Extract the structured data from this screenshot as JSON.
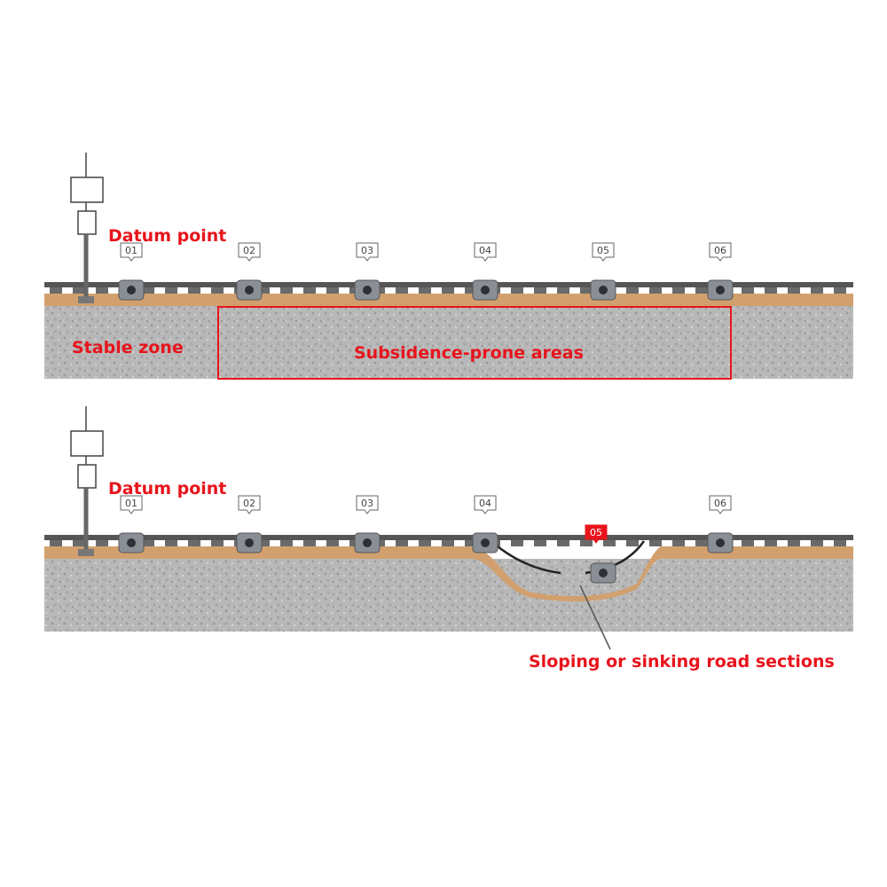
{
  "colors": {
    "ground": "#b5b5b5",
    "ballast": "#d2a06e",
    "rail": "#555555",
    "label": "#e8141c",
    "alert": "#e8141c"
  },
  "panels": [
    {
      "datum_label": "Datum point",
      "stable_label": "Stable zone",
      "zone_label": "Subsidence-prone areas",
      "sensors": [
        {
          "id": "01",
          "settled": false
        },
        {
          "id": "02",
          "settled": false
        },
        {
          "id": "03",
          "settled": false
        },
        {
          "id": "04",
          "settled": false
        },
        {
          "id": "05",
          "settled": false
        },
        {
          "id": "06",
          "settled": false
        }
      ]
    },
    {
      "datum_label": "Datum point",
      "section_label": "Sloping or sinking road sections",
      "sensors": [
        {
          "id": "01",
          "settled": false
        },
        {
          "id": "02",
          "settled": false
        },
        {
          "id": "03",
          "settled": false
        },
        {
          "id": "04",
          "settled": false
        },
        {
          "id": "05",
          "settled": true
        },
        {
          "id": "06",
          "settled": false
        }
      ]
    }
  ]
}
